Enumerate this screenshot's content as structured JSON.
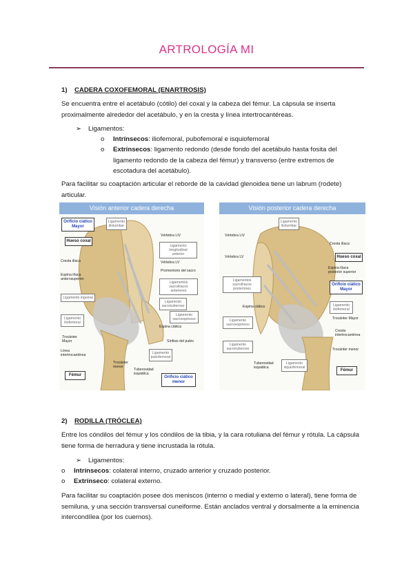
{
  "title": "ARTROLOGÍA MI",
  "colors": {
    "title": "#d6348a",
    "rule": "#8a3b5a",
    "figure_header": "#8fb2dd",
    "bone": "#d9be85",
    "ligament": "#c8c8c8"
  },
  "section1": {
    "num": "1)",
    "heading": "CADERA COXOFEMORAL (ENARTROSIS)",
    "para1": "Se encuentra entre el acetábulo (cótilo) del coxal y la cabeza del fémur. La cápsula se inserta proximalmente alrededor del acetábulo, y en la cresta y línea intertrocantéreas.",
    "ligamentos": "Ligamentos:",
    "intr_label": "Intrínsecos",
    "intr_text": ": iliofemoral, pubofemoral e isquiofemoral",
    "extr_label": "Extrínsecos",
    "extr_text": ": ligamento redondo (desde fondo del acetábulo hasta fosita del ligamento redondo de la cabeza del fémur) y transverso (entre extremos de escotadura del acetábulo).",
    "para2": "Para facilitar su coaptación articular el reborde de la cavidad glenoidea tiene un labrum (rodete) articular."
  },
  "figA": {
    "title": "Visión anterior cadera derecha",
    "orificio_mayor": [
      "Orificio ciático",
      "Mayor"
    ],
    "hueso_coxal": "Hueso coxal",
    "cresta_iliaca": "Cresta ilíaca",
    "espina": [
      "Espina ilíaca",
      "anterosuperior"
    ],
    "lig_inguinal": "Ligamento inguinal",
    "lig_iliofemoral": [
      "Ligamento",
      "iliofemoral"
    ],
    "trocanter": [
      "Trocánter",
      "Mayor"
    ],
    "linea": [
      "Línea",
      "intertrocantérea"
    ],
    "femur": "Fémur",
    "troc_menor": [
      "Trocánter",
      "menor"
    ],
    "tuberosidad": [
      "Tuberosidad",
      "isquiática"
    ],
    "lig_pubofemoral": [
      "Ligamento",
      "pubofemoral"
    ],
    "orificio_menor": [
      "Orificio ciático",
      "menor"
    ],
    "lig_iliolumbar": [
      "Ligamento",
      "iliolumbar"
    ],
    "vertebra_lv_a": "Vértebra LIV",
    "lig_longitudinal": [
      "Ligamento longitudinal",
      "anterior"
    ],
    "vertebra_lv_b": "Vértebra LV",
    "promontorio": "Promontorio del sacro",
    "lig_sacroiliacos": [
      "Ligamentos sacroilíacos",
      "anteriores"
    ],
    "lig_sacrotuberoso": [
      "Ligamento",
      "sacrotuberoso"
    ],
    "lig_sacroespinoso": [
      "Ligamento",
      "sacroespinoso"
    ],
    "espina_ciatica": "Espina ciática",
    "sinfisis": "Sínfisis del pubis"
  },
  "figB": {
    "title": "Visión posterior cadera derecha",
    "lig_iliolumbar": [
      "Ligamento",
      "iliolumbar"
    ],
    "vertebra_liv": "Vértebra LIV",
    "vertebra_lv": "Vértebra LV",
    "lig_sacroiliacos": [
      "Ligamentos sacroilíacos",
      "posteriores"
    ],
    "espina_ciatica": "Espina ciática",
    "lig_sacroespinoso": [
      "Ligamento",
      "sacroespinoso"
    ],
    "lig_sacrotuberoso": [
      "Ligamento",
      "sacrotuberoso"
    ],
    "tuberosidad": [
      "Tuberosidad",
      "isquiática"
    ],
    "lig_isquiofemoral": [
      "Ligamento",
      "isquiofemoral"
    ],
    "cresta_iliaca": "Cresta ilíaca",
    "hueso_coxal": "Hueso coxal",
    "espina_post": [
      "Espina ilíaca",
      "posterior superior"
    ],
    "orificio_mayor": [
      "Orificio ciático",
      "Mayor"
    ],
    "lig_iliofemoral": [
      "Ligamento",
      "iliofemoral"
    ],
    "trocanter_mayor": "Trocánter Mayor",
    "cresta_intertroc": [
      "Cresta",
      "intertrocantérea"
    ],
    "troc_menor": "Trocánter menor",
    "femur": "Fémur"
  },
  "section2": {
    "num": "2)",
    "heading": "RODILLA (TRÓCLEA)",
    "para1": "Entre los cóndilos del fémur y los cóndilos de la tibia, y la cara rotuliana del fémur y rótula. La cápsula tiene forma de herradura y tiene incrustada la rótula.",
    "ligamentos": "Ligamentos:",
    "intr_label": "Intrínsecos",
    "intr_text": ": colateral interno, cruzado anterior y cruzado posterior.",
    "extr_label": "Extrínseco",
    "extr_text": ": colateral externo.",
    "para2": "Para facilitar su coaptación posee dos meniscos (interno o medial y externo o lateral), tiene forma de semiluna, y una sección transversal cuneiforme. Están anclados ventral y dorsalmente a la eminencia intercondílea (por los cuernos)."
  }
}
